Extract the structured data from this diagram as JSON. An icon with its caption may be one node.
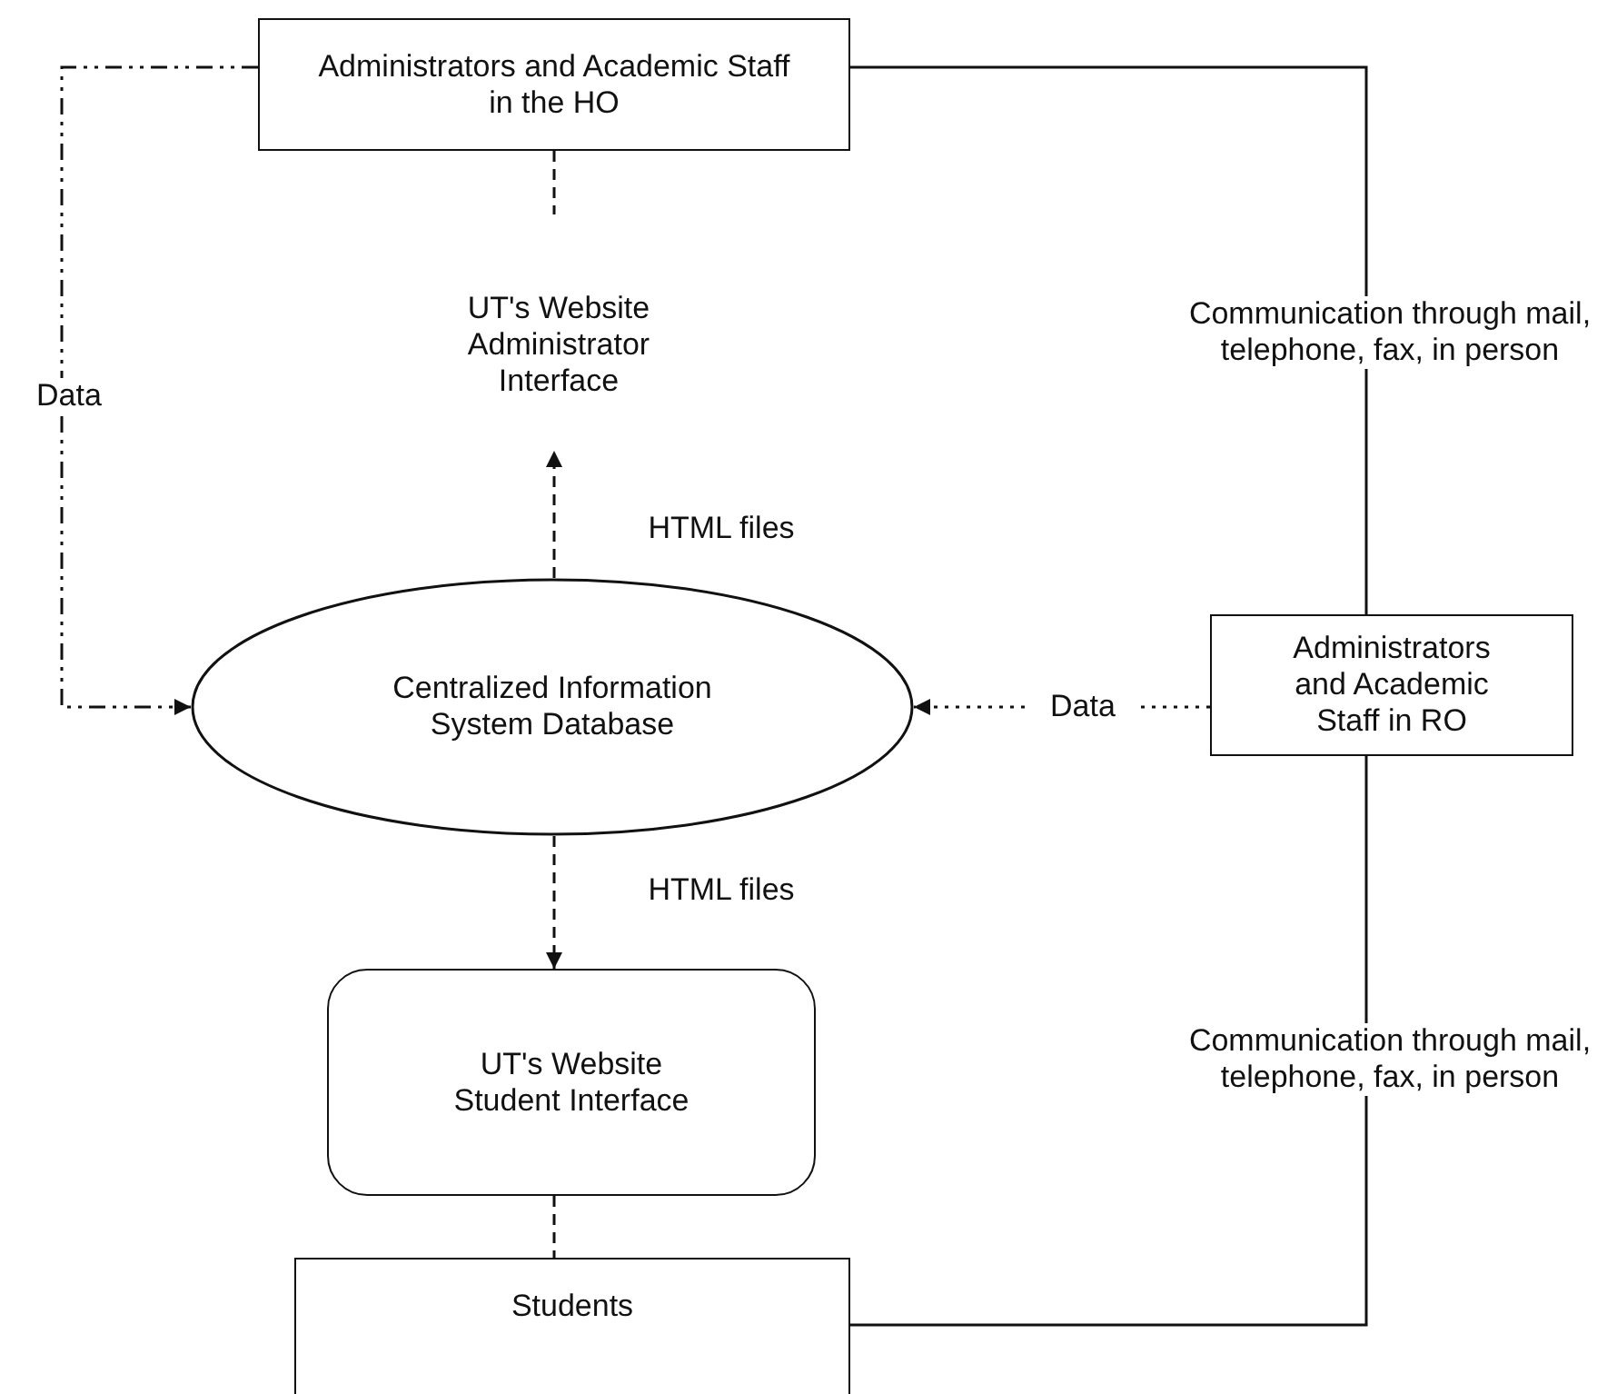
{
  "diagram": {
    "nodes": [
      {
        "text": [
          "Administrators and Academic Staff in the HO"
        ]
      },
      {
        "text": [
          "UT's Website Administrator Interface"
        ]
      },
      {
        "text": [
          "Centralized Information System Database"
        ]
      },
      {
        "text": [
          "Administrators and Academic Staff in RO"
        ]
      },
      {
        "text": [
          "UT's Website Student Interface"
        ]
      },
      {
        "text": [
          "Students"
        ]
      }
    ],
    "edges": [
      {
        "from": 0,
        "to": 2,
        "arrow": "to",
        "label": "Data",
        "style": "dashed"
      },
      {
        "from": 0,
        "to": 1,
        "arrow": "none",
        "style": "dashed"
      },
      {
        "from": 2,
        "to": 1,
        "arrow": "to",
        "label": "HTML files",
        "style": "dashed"
      },
      {
        "from": 0,
        "to": 3,
        "arrow": "none",
        "label": "Communication through mail, telephone, fax, in person"
      },
      {
        "from": 3,
        "to": 2,
        "arrow": "to",
        "label": "Data",
        "style": "dashed"
      },
      {
        "from": 2,
        "to": 4,
        "arrow": "to",
        "label": "HTML files",
        "style": "dashed"
      },
      {
        "from": 4,
        "to": 5,
        "arrow": "none",
        "style": "dashed"
      },
      {
        "from": 5,
        "to": 3,
        "arrow": "none",
        "label": "Communication through mail, telephone, fax, in person"
      }
    ]
  }
}
